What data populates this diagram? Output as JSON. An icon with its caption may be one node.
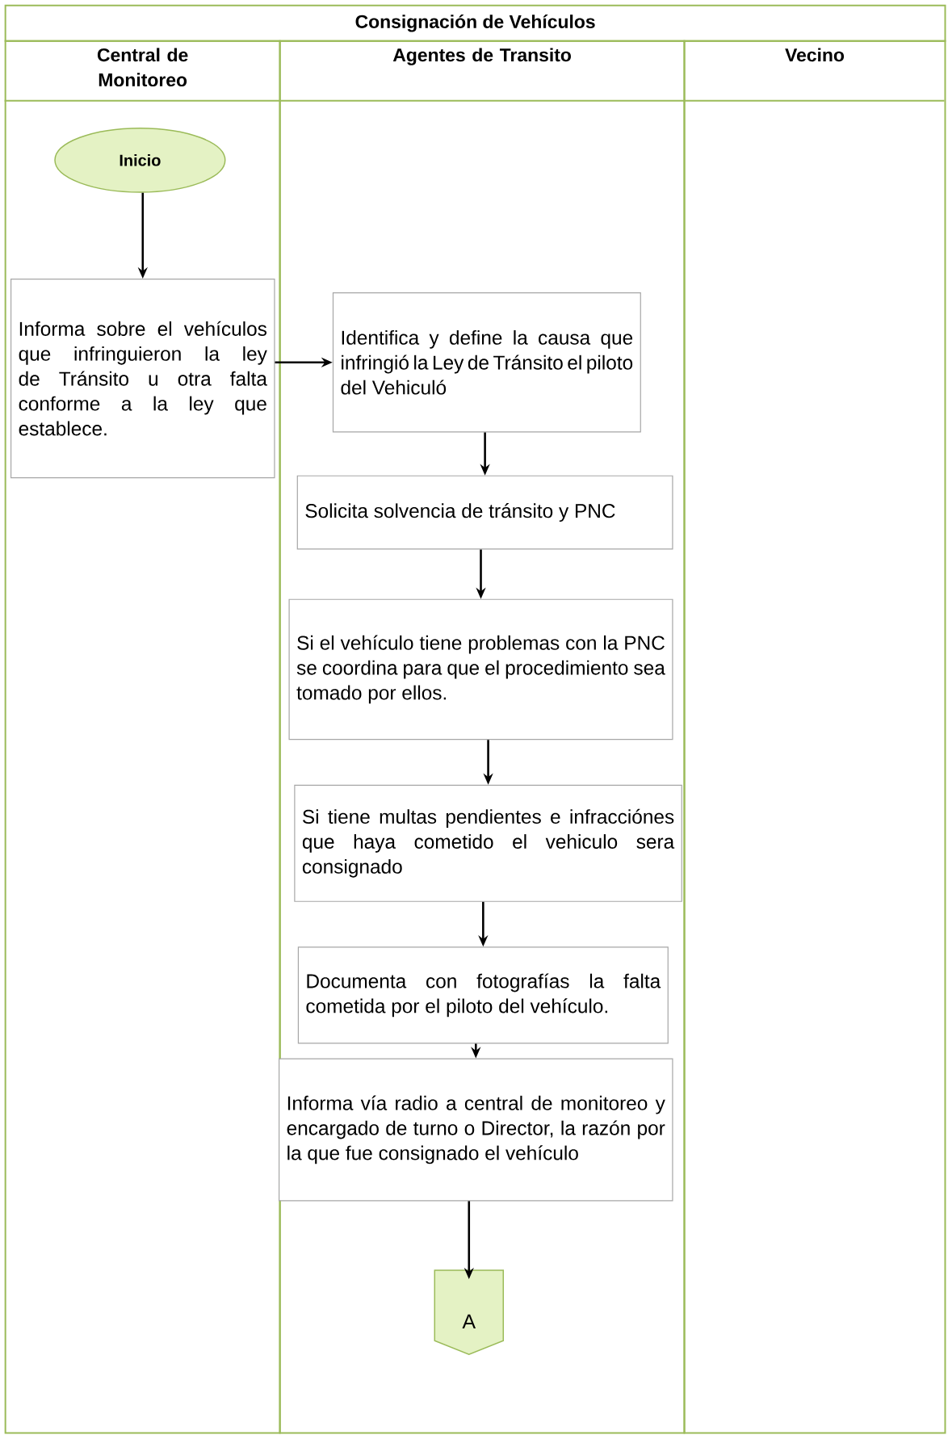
{
  "diagram": {
    "title": "Consignación de Vehículos",
    "nodes": [
      {
        "text": [
          "Central de Monitoreo"
        ]
      },
      {
        "text": [
          "Agentes de Transito"
        ]
      },
      {
        "text": [
          "Vecino"
        ]
      },
      {
        "text": [
          "Inicio"
        ],
        "in": 0
      },
      {
        "text": [
          "Informa sobre el vehículos que infringuieron la ley de Tránsito u otra falta conforme a la ley que establece."
        ],
        "in": 0
      },
      {
        "text": [
          "Identifica y define la causa que infringió la Ley de Tránsito el piloto del Vehiculó"
        ],
        "in": 1
      },
      {
        "text": [
          "Solicita solvencia de tránsito y PNC"
        ],
        "in": 1
      },
      {
        "text": [
          "Si el vehículo tiene problemas con la PNC se coordina para que el procedimiento sea tomado por ellos."
        ],
        "in": 1
      },
      {
        "text": [
          "Si tiene multas pendientes e infracciónes que haya cometido el vehiculo sera consignado"
        ],
        "in": 1
      },
      {
        "text": [
          "Documenta con fotografías la falta cometida por el piloto del vehículo."
        ],
        "in": 1
      },
      {
        "text": [
          "Informa vía radio a central de monitoreo y encargado de turno o Director, la razón por la que fue consignado el vehículo"
        ],
        "in": 1
      },
      {
        "text": [
          "A"
        ],
        "in": 1
      }
    ],
    "edges": [
      {
        "from": 3,
        "to": 4,
        "arrow": "to"
      },
      {
        "from": 4,
        "to": 5,
        "arrow": "to"
      },
      {
        "from": 5,
        "to": 6,
        "arrow": "to"
      },
      {
        "from": 6,
        "to": 7,
        "arrow": "to"
      },
      {
        "from": 7,
        "to": 8,
        "arrow": "to"
      },
      {
        "from": 8,
        "to": 9,
        "arrow": "to"
      },
      {
        "from": 9,
        "to": 10,
        "arrow": "to"
      },
      {
        "from": 10,
        "to": 11,
        "arrow": "to"
      }
    ]
  }
}
